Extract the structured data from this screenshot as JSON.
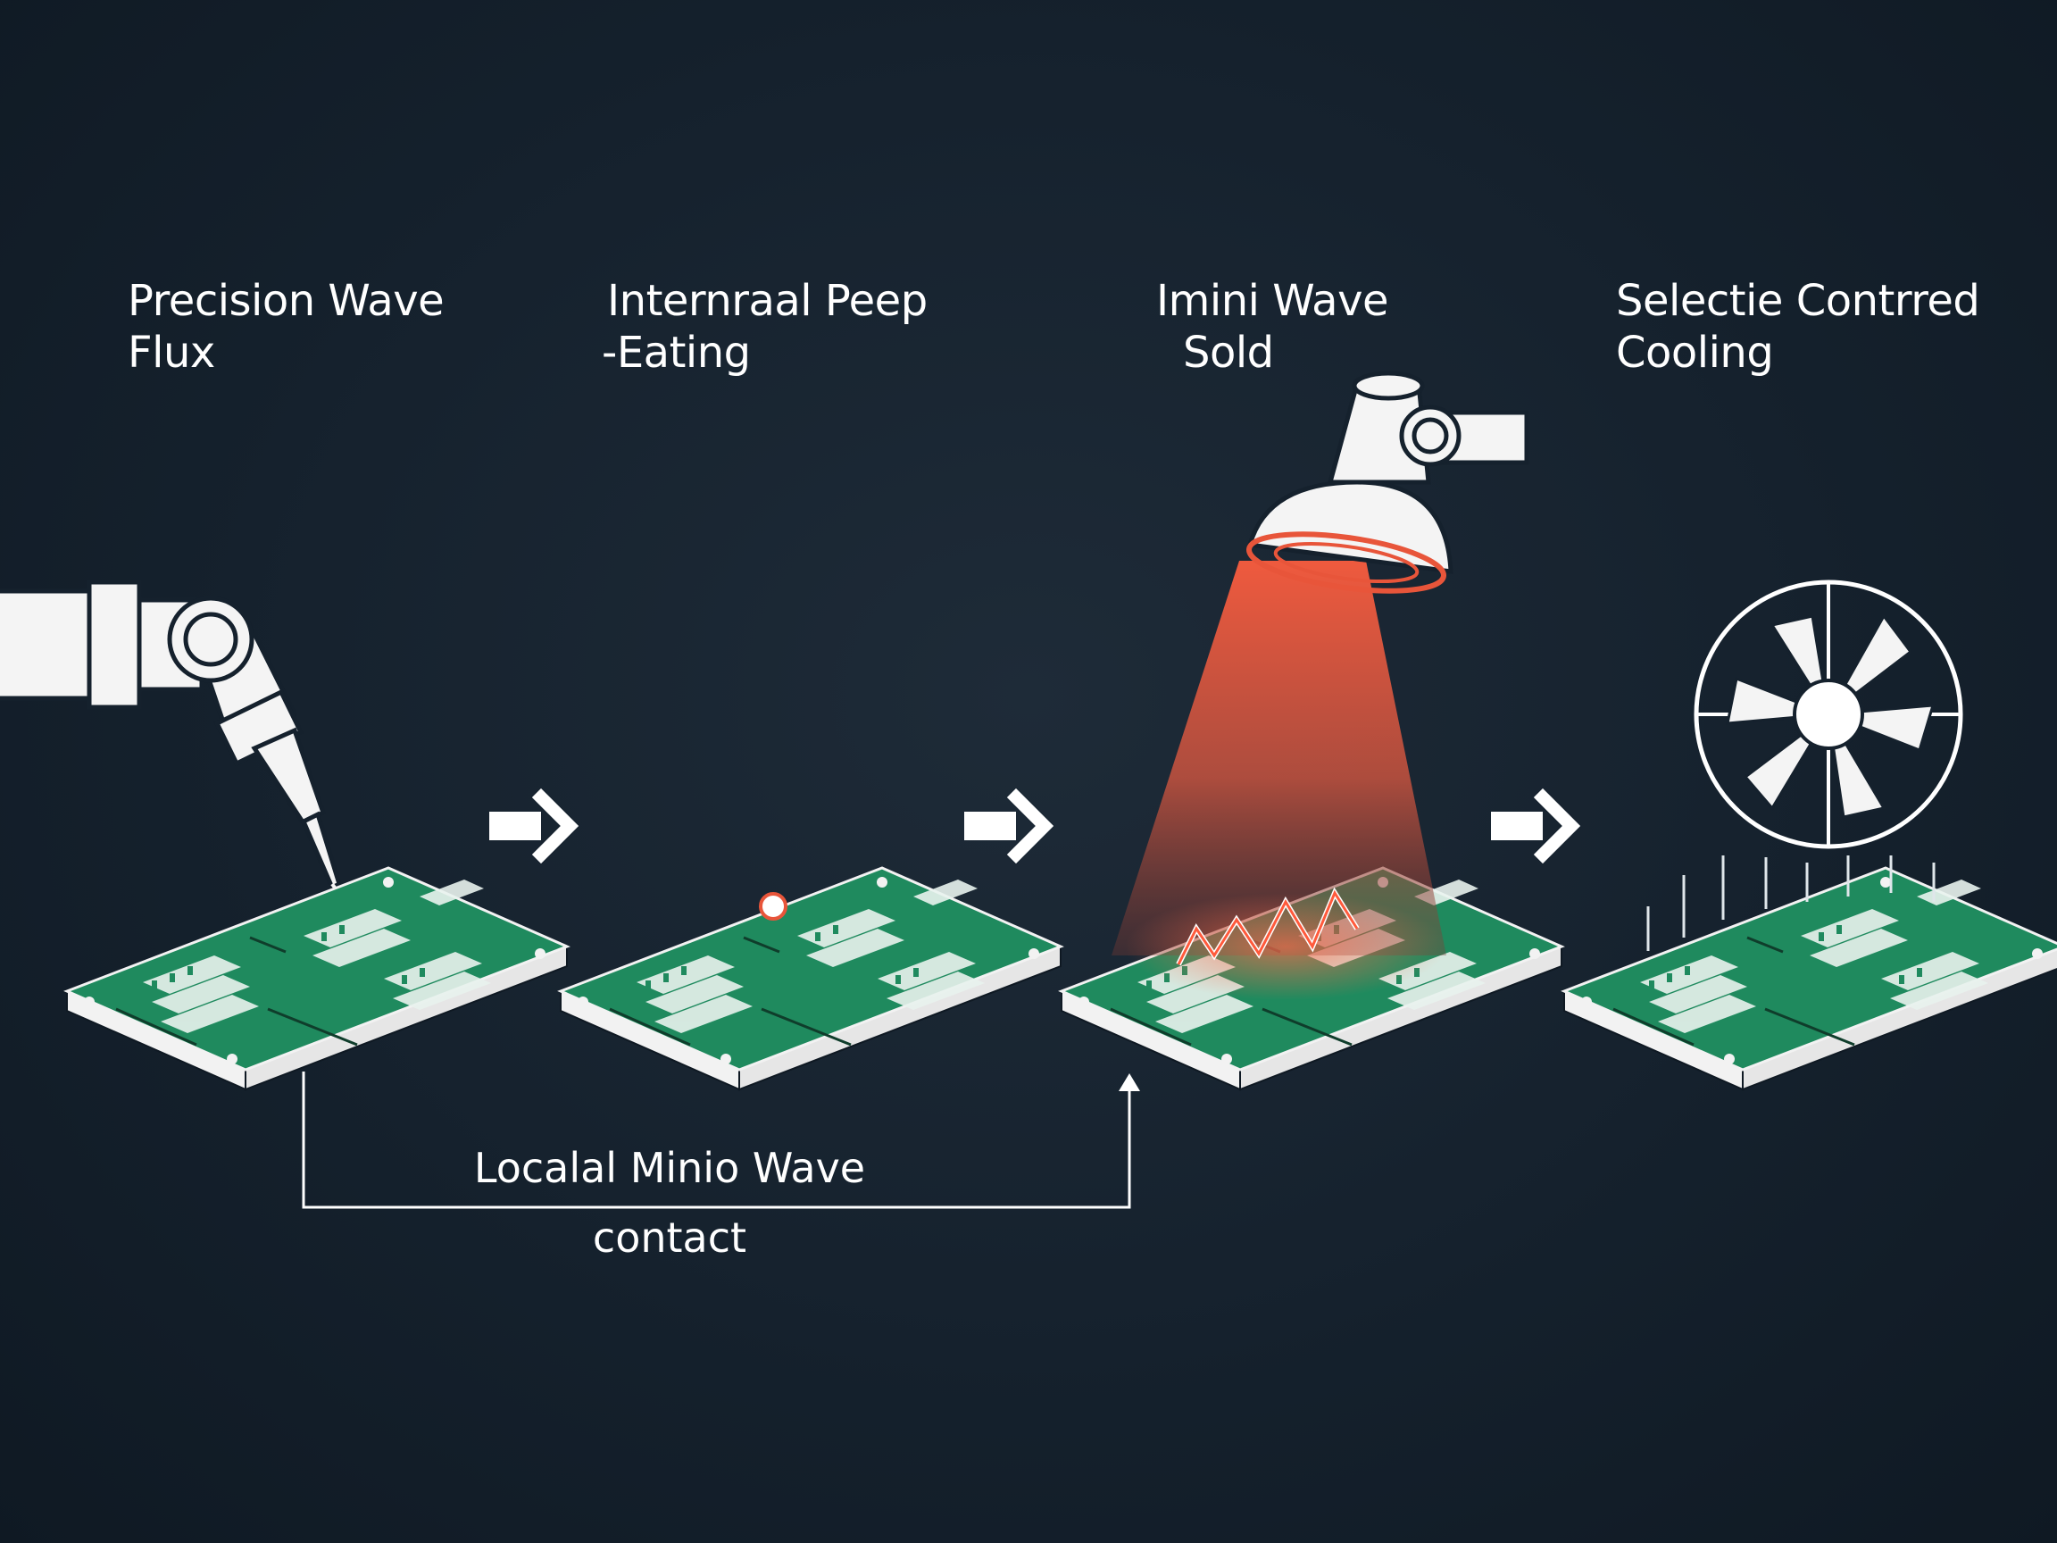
{
  "steps": [
    {
      "title_line1": "Precision Wave",
      "title_line2": "Flux",
      "icon": "robot-arm-dispenser-icon"
    },
    {
      "title_line1": "Internraal Peep",
      "title_line2": "-Eating",
      "icon": "board-preheat-icon"
    },
    {
      "title_line1": "Imini Wave",
      "title_line2": "Sold",
      "icon": "heat-lamp-icon"
    },
    {
      "title_line1": "Selectie Contrred",
      "title_line2": "Cooling",
      "icon": "cooling-fan-icon"
    }
  ],
  "loop_label": {
    "line1": "Localal Minio Wave",
    "line2": "contact"
  },
  "colors": {
    "background": "#15212d",
    "pcb_green": "#1f8a5e",
    "pcb_edge": "#f2f2f2",
    "heat_beam": "#e8553a",
    "line": "#ffffff"
  }
}
